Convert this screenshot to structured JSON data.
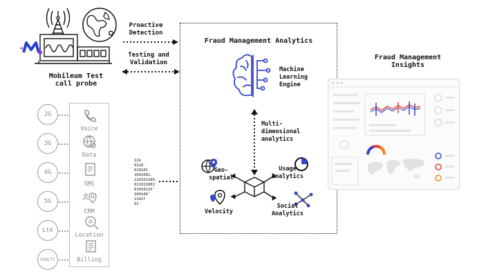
{
  "probe": {
    "title_line1": "Mobileum Test",
    "title_line2": "call probe"
  },
  "arrows": {
    "proactive_line1": "Proactive",
    "proactive_line2": "Detection",
    "testing_line1": "Testing and",
    "testing_line2": "Validation"
  },
  "analytics": {
    "title": "Fraud Management Analytics",
    "ml_line1": "Machine",
    "ml_line2": "Learning",
    "ml_line3": "Engine",
    "multi_line1": "Multi-",
    "multi_line2": "dimensional",
    "multi_line3": "analytics",
    "geo_line1": "Geo-",
    "geo_line2": "spatial",
    "usage_line1": "Usage",
    "usage_line2": "Analytics",
    "velocity": "Velocity",
    "social_line1": "Social",
    "social_line2": "Analytics"
  },
  "insights": {
    "title_line1": "Fraud Management",
    "title_line2": "Insights"
  },
  "networks": [
    "2G",
    "3G",
    "4G",
    "5G",
    "Lte",
    "VoWifi"
  ],
  "data_types": [
    "Voice",
    "Data",
    "SMS",
    "CRM",
    "Location",
    "Billing"
  ],
  "binary_lines": [
    "11b",
    "0110.",
    "010101",
    "1001001.",
    "110101100.",
    "011011001'",
    "0101011P'",
    "100100'",
    "1101f",
    "01'"
  ],
  "colors": {
    "brand_blue": "#2540d9",
    "brand_purple": "#8a3fd1",
    "accent_red": "#e0403a",
    "accent_blue": "#3646c8",
    "accent_orange": "#f08a24"
  }
}
